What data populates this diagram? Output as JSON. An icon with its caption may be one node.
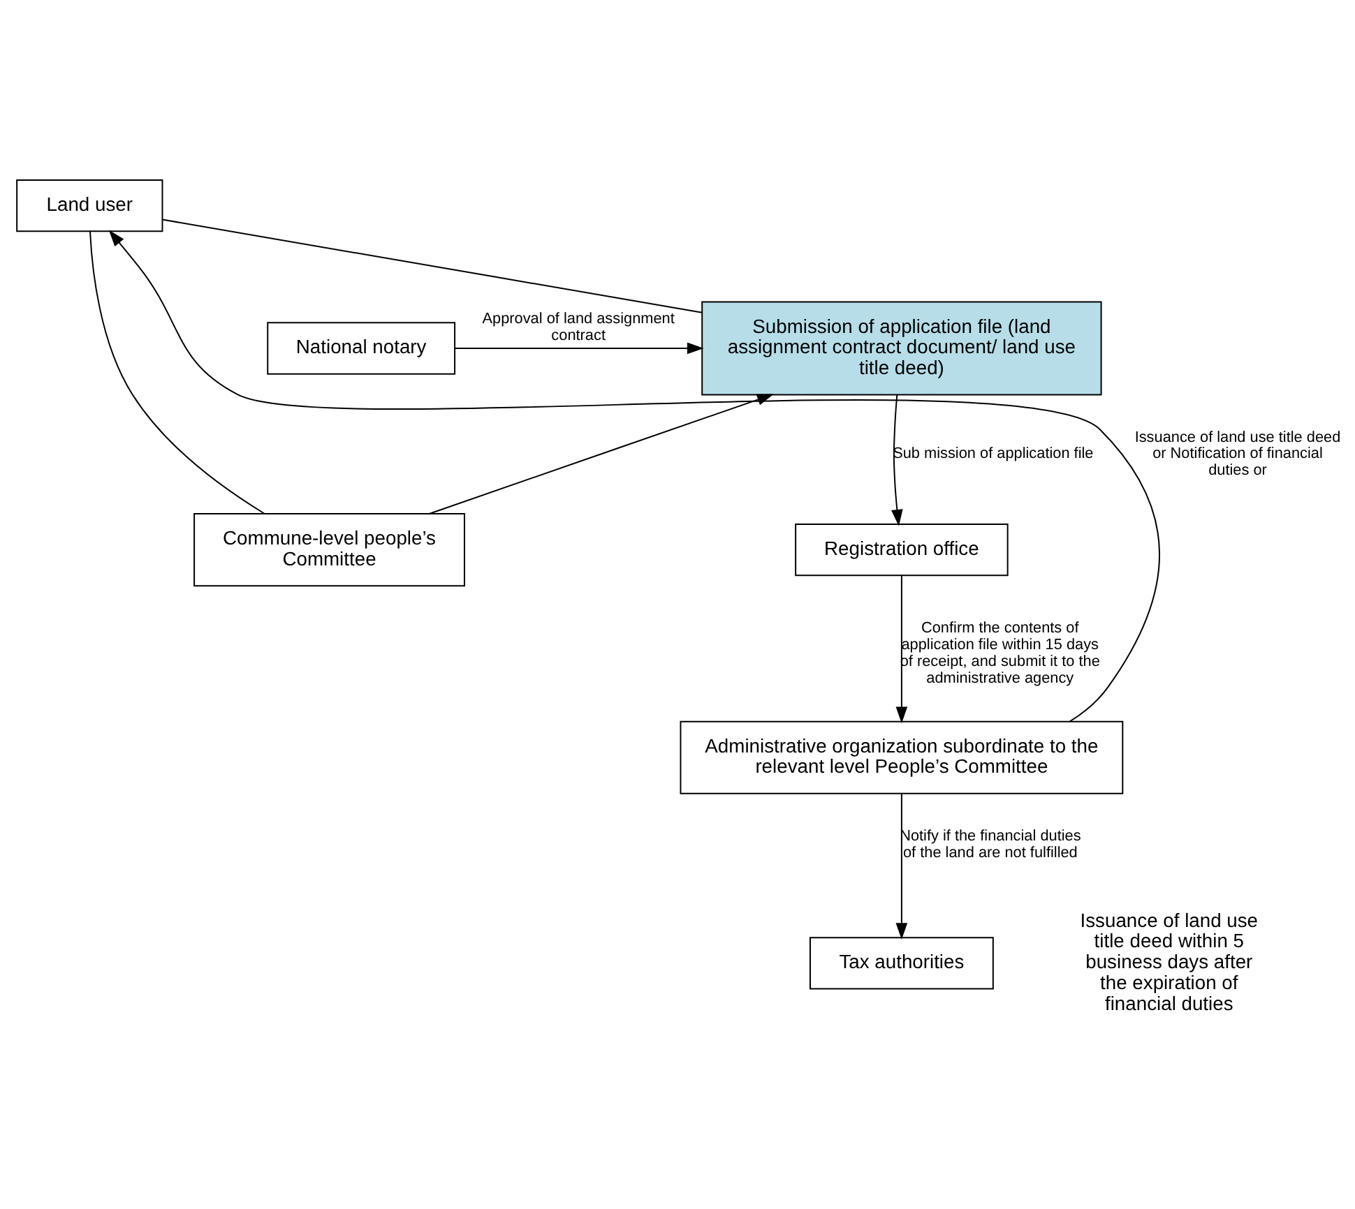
{
  "diagram": {
    "nodes": [
      {
        "text": [
          "Land user"
        ]
      },
      {
        "text": [
          "Submission of application file (land assignment contract document/ land use title deed)"
        ]
      },
      {
        "text": [
          "National notary"
        ]
      },
      {
        "text": [
          "Commune-level people’s Committee"
        ]
      },
      {
        "text": [
          "Registration office"
        ]
      },
      {
        "text": [
          "Administrative organization subordinate to the relevant level People’s Committee"
        ]
      },
      {
        "text": [
          "Tax authorities"
        ]
      }
    ],
    "edges": [
      {
        "from": 0,
        "to": 1,
        "arrow": "none"
      },
      {
        "from": 0,
        "to": 3,
        "arrow": "none"
      },
      {
        "from": 2,
        "to": 1,
        "arrow": "to",
        "label": "Approval of land assignment contract"
      },
      {
        "from": 3,
        "to": 1,
        "arrow": "to"
      },
      {
        "from": 1,
        "to": 4,
        "arrow": "to",
        "label": "Sub mission of application file"
      },
      {
        "from": 4,
        "to": 5,
        "arrow": "to",
        "label": "Confirm the contents of application file within 15 days of receipt, and submit it to the administrative agency"
      },
      {
        "from": 5,
        "to": 0,
        "arrow": "to",
        "label": "Issuance of land use title deed or Notification of financial duties or"
      },
      {
        "from": 5,
        "to": 6,
        "arrow": "to",
        "label": "Notify if the financial duties of the land are not fulfilled"
      }
    ],
    "labels": [
      "Issuance of land use title deed within 5 business days after the expiration of financial duties"
    ]
  }
}
